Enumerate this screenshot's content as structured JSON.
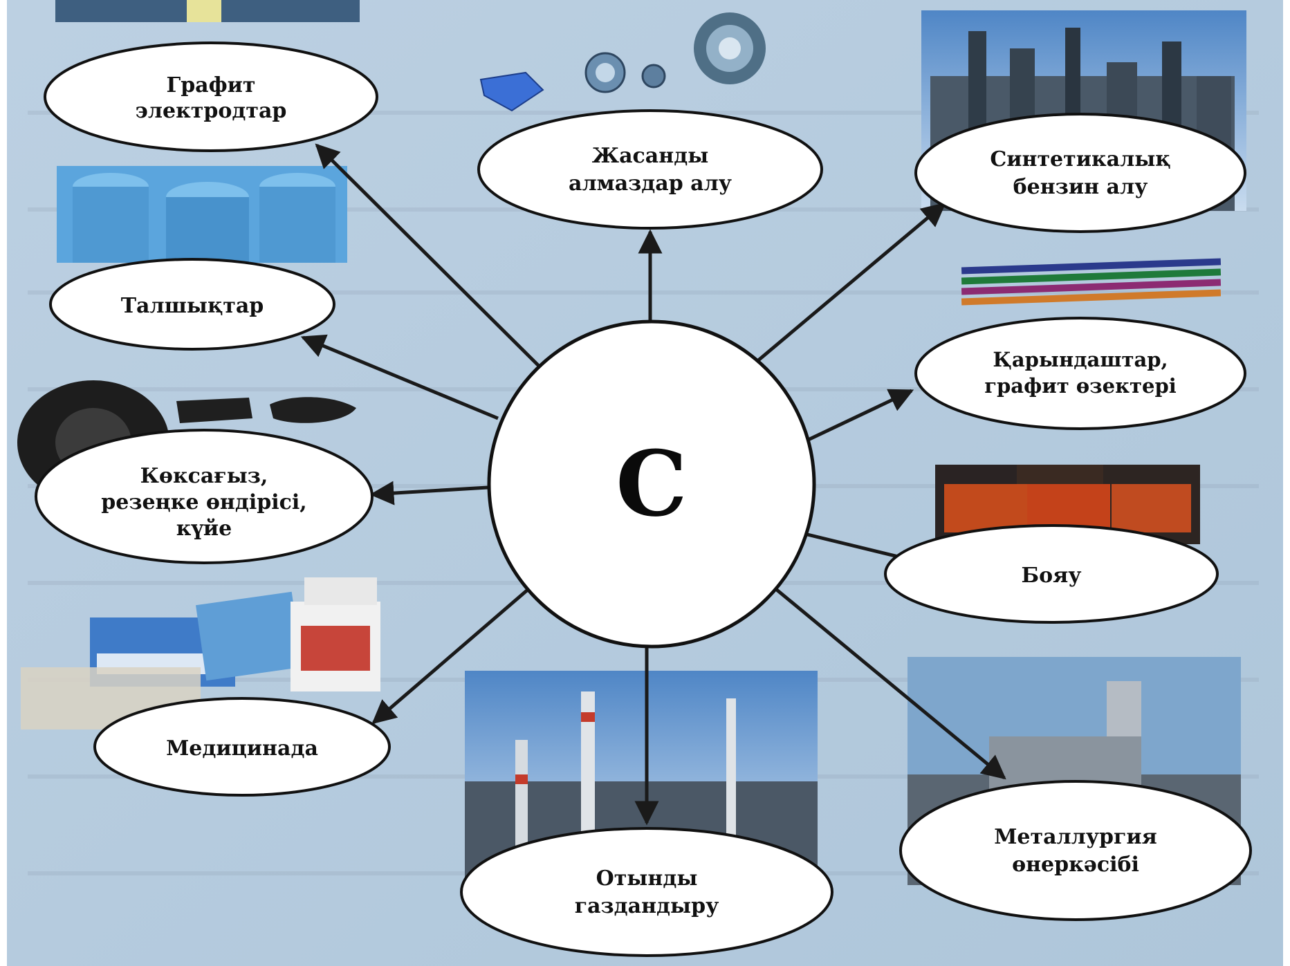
{
  "center": {
    "label": "C"
  },
  "nodes": [
    {
      "id": "graphite-electrodes",
      "lines": [
        "Графит",
        "электродтар"
      ]
    },
    {
      "id": "artificial-diamonds",
      "lines": [
        "Жасанды",
        "алмаздар алу"
      ]
    },
    {
      "id": "synthetic-gasoline",
      "lines": [
        "Синтетикалық",
        "бензин алу"
      ]
    },
    {
      "id": "fibers",
      "lines": [
        "Талшықтар"
      ]
    },
    {
      "id": "pencils",
      "lines": [
        "Қарындаштар,",
        "графит өзектері"
      ]
    },
    {
      "id": "rubber",
      "lines": [
        "Көксағыз,",
        "резеңке өндірісі,",
        "күйе"
      ]
    },
    {
      "id": "paint",
      "lines": [
        "Бояу"
      ]
    },
    {
      "id": "medicine",
      "lines": [
        "Медицинада"
      ]
    },
    {
      "id": "fuel-gasification",
      "lines": [
        "Отынды",
        "газдандыру"
      ]
    },
    {
      "id": "metallurgy",
      "lines": [
        "Металлургия",
        "өнеркәсібі"
      ]
    }
  ],
  "colors": {
    "background": "#b9cfe0",
    "ellipse_fill": "#ffffff",
    "stroke": "#111111",
    "arrow": "#1a1a1a"
  },
  "illustrations": [
    "graphite-electrode-photo",
    "diamonds-photo",
    "refinery-photo",
    "fiber-spools-photo",
    "colored-pencils-photo",
    "tires-photo",
    "paint-cans-photo",
    "medicine-packages-photo",
    "gas-plant-photo",
    "metallurgy-plant-photo"
  ]
}
